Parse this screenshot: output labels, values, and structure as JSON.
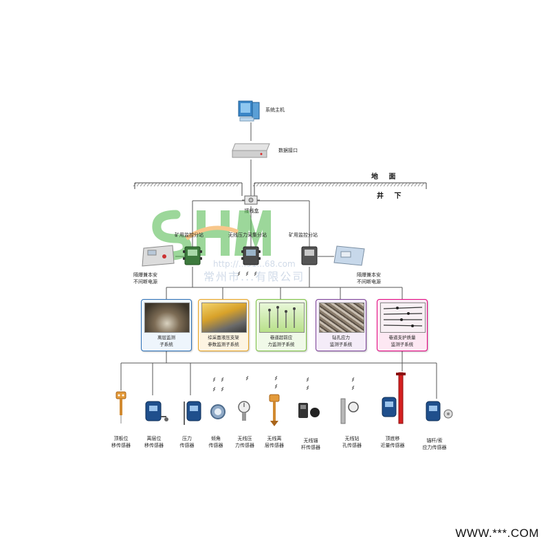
{
  "top": {
    "host_label": "系统主机",
    "interface_label": "数据接口"
  },
  "ground": {
    "surface_label": "地  面",
    "underground_label": "井  下"
  },
  "junction": {
    "label": "接线盒"
  },
  "stations": {
    "left_label": "矿用监控分站",
    "center_label": "无线压力采集分站",
    "right_label": "矿用监控分站"
  },
  "power": {
    "left_line1": "隔爆兼本安",
    "left_line2": "不间断电源",
    "right_line1": "隔爆兼本安",
    "right_line2": "不间断电源"
  },
  "subsystems": [
    {
      "line1": "离层监测",
      "line2": "子系统",
      "color": "#2a6fb6"
    },
    {
      "line1": "综采面液压支架",
      "line2": "参数监测子系统",
      "color": "#e7a21f"
    },
    {
      "line1": "巷道超前应",
      "line2": "力监测子系统",
      "color": "#7cc142"
    },
    {
      "line1": "钻孔应力",
      "line2": "监测子系统",
      "color": "#7b3f98"
    },
    {
      "line1": "巷道支护质量",
      "line2": "监测子系统",
      "color": "#e4007f"
    }
  ],
  "sensors": [
    {
      "line1": "顶板位",
      "line2": "移传感器"
    },
    {
      "line1": "离层位",
      "line2": "移传感器"
    },
    {
      "line1": "压力",
      "line2": "传感器"
    },
    {
      "line1": "倾角",
      "line2": "传感器"
    },
    {
      "line1": "无线压",
      "line2": "力传感器"
    },
    {
      "line1": "无线离",
      "line2": "层传感器"
    },
    {
      "line1": "无线锚",
      "line2": "杆传感器"
    },
    {
      "line1": "无线钻",
      "line2": "孔传感器"
    },
    {
      "line1": "顶底移",
      "line2": "近量传感器"
    },
    {
      "line1": "锚杆/索",
      "line2": "应力传感器"
    }
  ],
  "watermark": {
    "logo_text": "SHM",
    "company_text": "常州市...有限公司",
    "url_text": "http://...91...68.com"
  },
  "footer": {
    "text": "WWW.***.COM"
  }
}
